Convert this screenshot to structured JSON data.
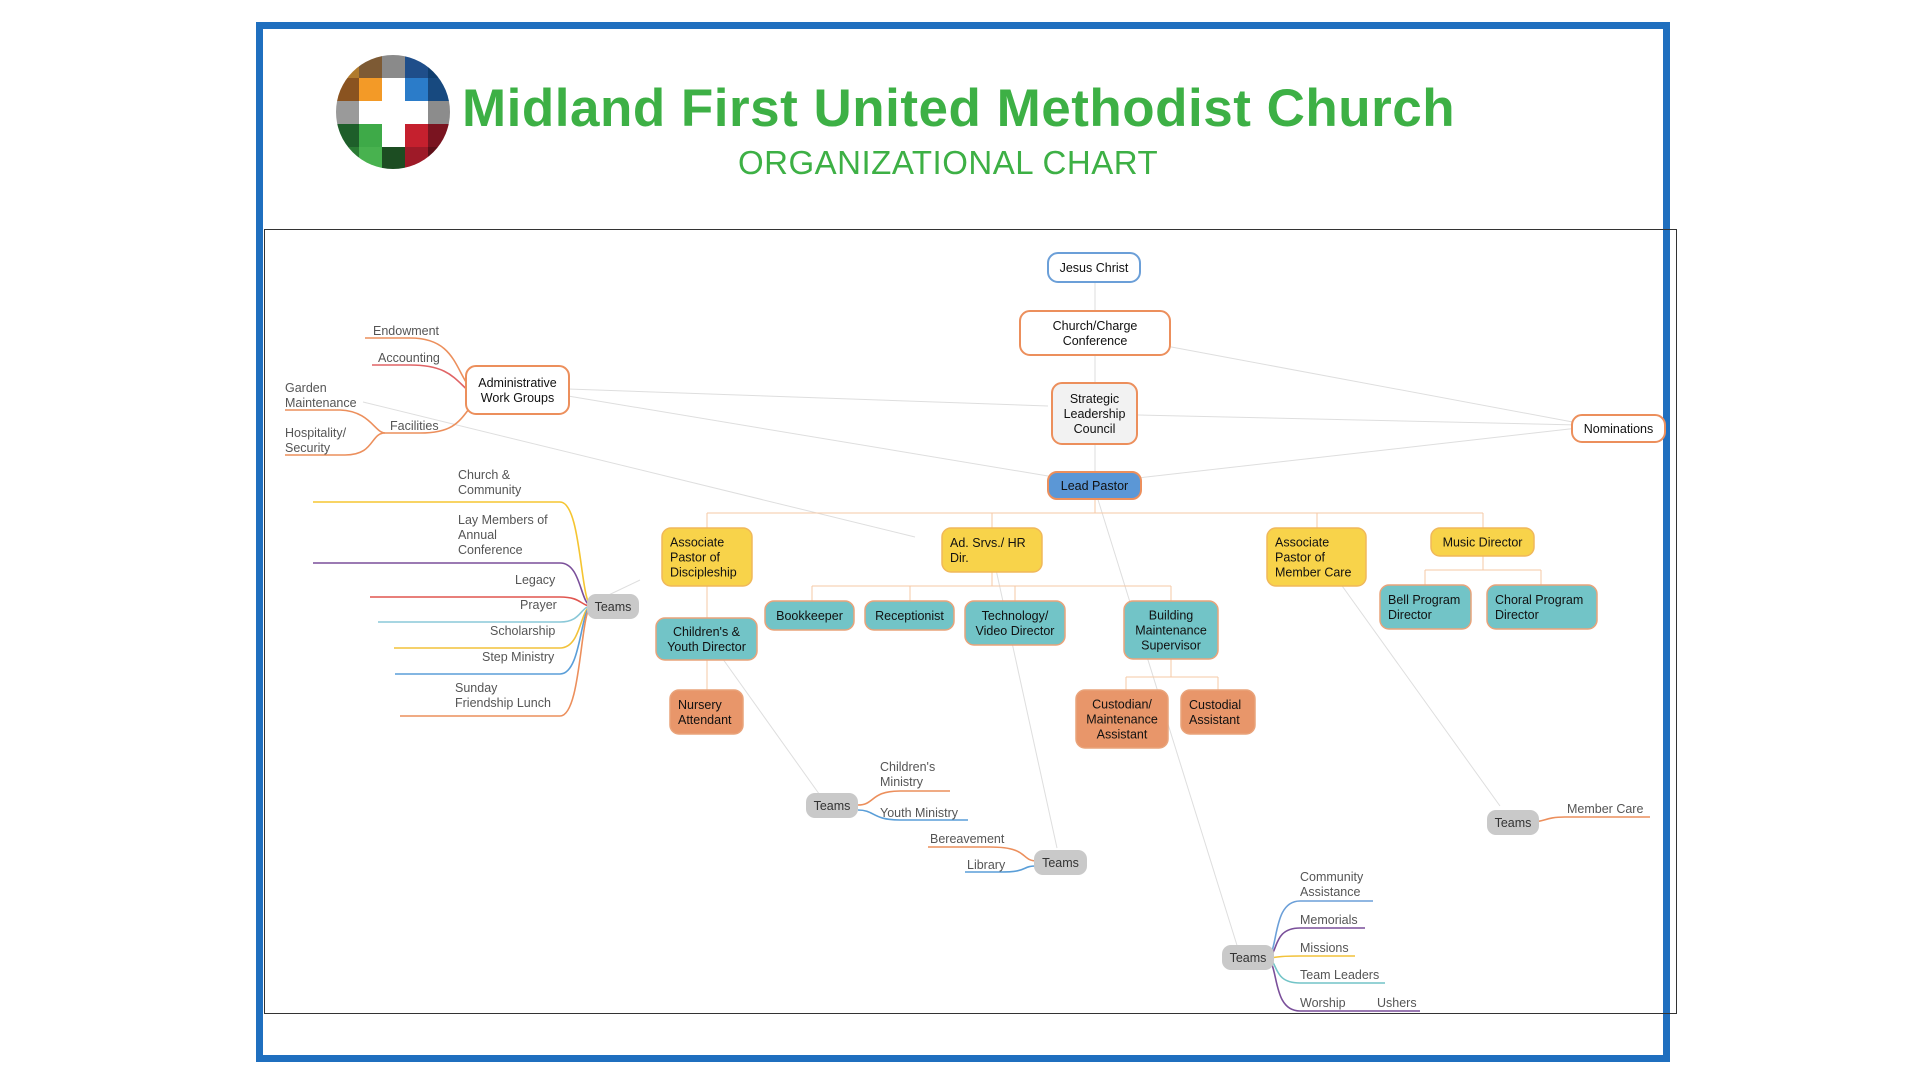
{
  "header": {
    "title": "Midland First United Methodist Church",
    "subtitle": "ORGANIZATIONAL CHART"
  },
  "colors": {
    "frame": "#1f6fbf",
    "title": "#3db045",
    "yellow_fill": "#f8d34a",
    "teal_fill": "#72c4c7",
    "orange_fill": "#e8966a",
    "blue_fill": "#5b97d6",
    "gray_fill": "#c9c9c9",
    "outline_orange": "#ec8f5c",
    "outline_blue": "#6b9fd8"
  },
  "nodes": {
    "jesus": "Jesus Christ",
    "conference": [
      "Church/Charge",
      "Conference"
    ],
    "council": [
      "Strategic",
      "Leadership",
      "Council"
    ],
    "nominations": "Nominations",
    "lead_pastor": "Lead Pastor",
    "admin_groups": [
      "Administrative",
      "Work Groups"
    ],
    "endowment": "Endowment",
    "accounting": "Accounting",
    "facilities": "Facilities",
    "garden": [
      "Garden",
      "Maintenance"
    ],
    "hospitality": [
      "Hospitality/",
      "Security"
    ],
    "assoc_disc": [
      "Associate",
      "Pastor of",
      "Discipleship"
    ],
    "ad_srvs": [
      "Ad. Srvs./ HR",
      "Dir."
    ],
    "assoc_care": [
      "Associate",
      "Pastor of",
      "Member Care"
    ],
    "music_dir": "Music Director",
    "children_youth": [
      "Children's &",
      "Youth Director"
    ],
    "nursery": [
      "Nursery",
      "Attendant"
    ],
    "bookkeeper": "Bookkeeper",
    "receptionist": "Receptionist",
    "tech": [
      "Technology/",
      "Video Director"
    ],
    "building": [
      "Building",
      "Maintenance",
      "Supervisor"
    ],
    "custodian": [
      "Custodian/",
      "Maintenance",
      "Assistant"
    ],
    "custodial": [
      "Custodial",
      "Assistant"
    ],
    "bell": [
      "Bell Program",
      "Director"
    ],
    "choral": [
      "Choral Program",
      "Director"
    ],
    "teams": "Teams"
  },
  "team_lists": {
    "discipleship": [
      [
        "Church &",
        "Community"
      ],
      [
        "Lay Members of",
        "Annual",
        "Conference"
      ],
      [
        "Legacy"
      ],
      [
        "Prayer"
      ],
      [
        "Scholarship"
      ],
      [
        "Step Ministry"
      ],
      [
        "Sunday",
        "Friendship Lunch"
      ]
    ],
    "children_youth": [
      [
        "Children's",
        "Ministry"
      ],
      [
        "Youth Ministry"
      ]
    ],
    "ad_srvs": [
      [
        "Bereavement"
      ],
      [
        "Library"
      ]
    ],
    "lead_pastor": [
      [
        "Community",
        "Assistance"
      ],
      [
        "Memorials"
      ],
      [
        "Missions"
      ],
      [
        "Team Leaders"
      ],
      [
        "Worship"
      ],
      [
        "Ushers"
      ]
    ],
    "member_care": [
      [
        "Member Care"
      ]
    ]
  }
}
